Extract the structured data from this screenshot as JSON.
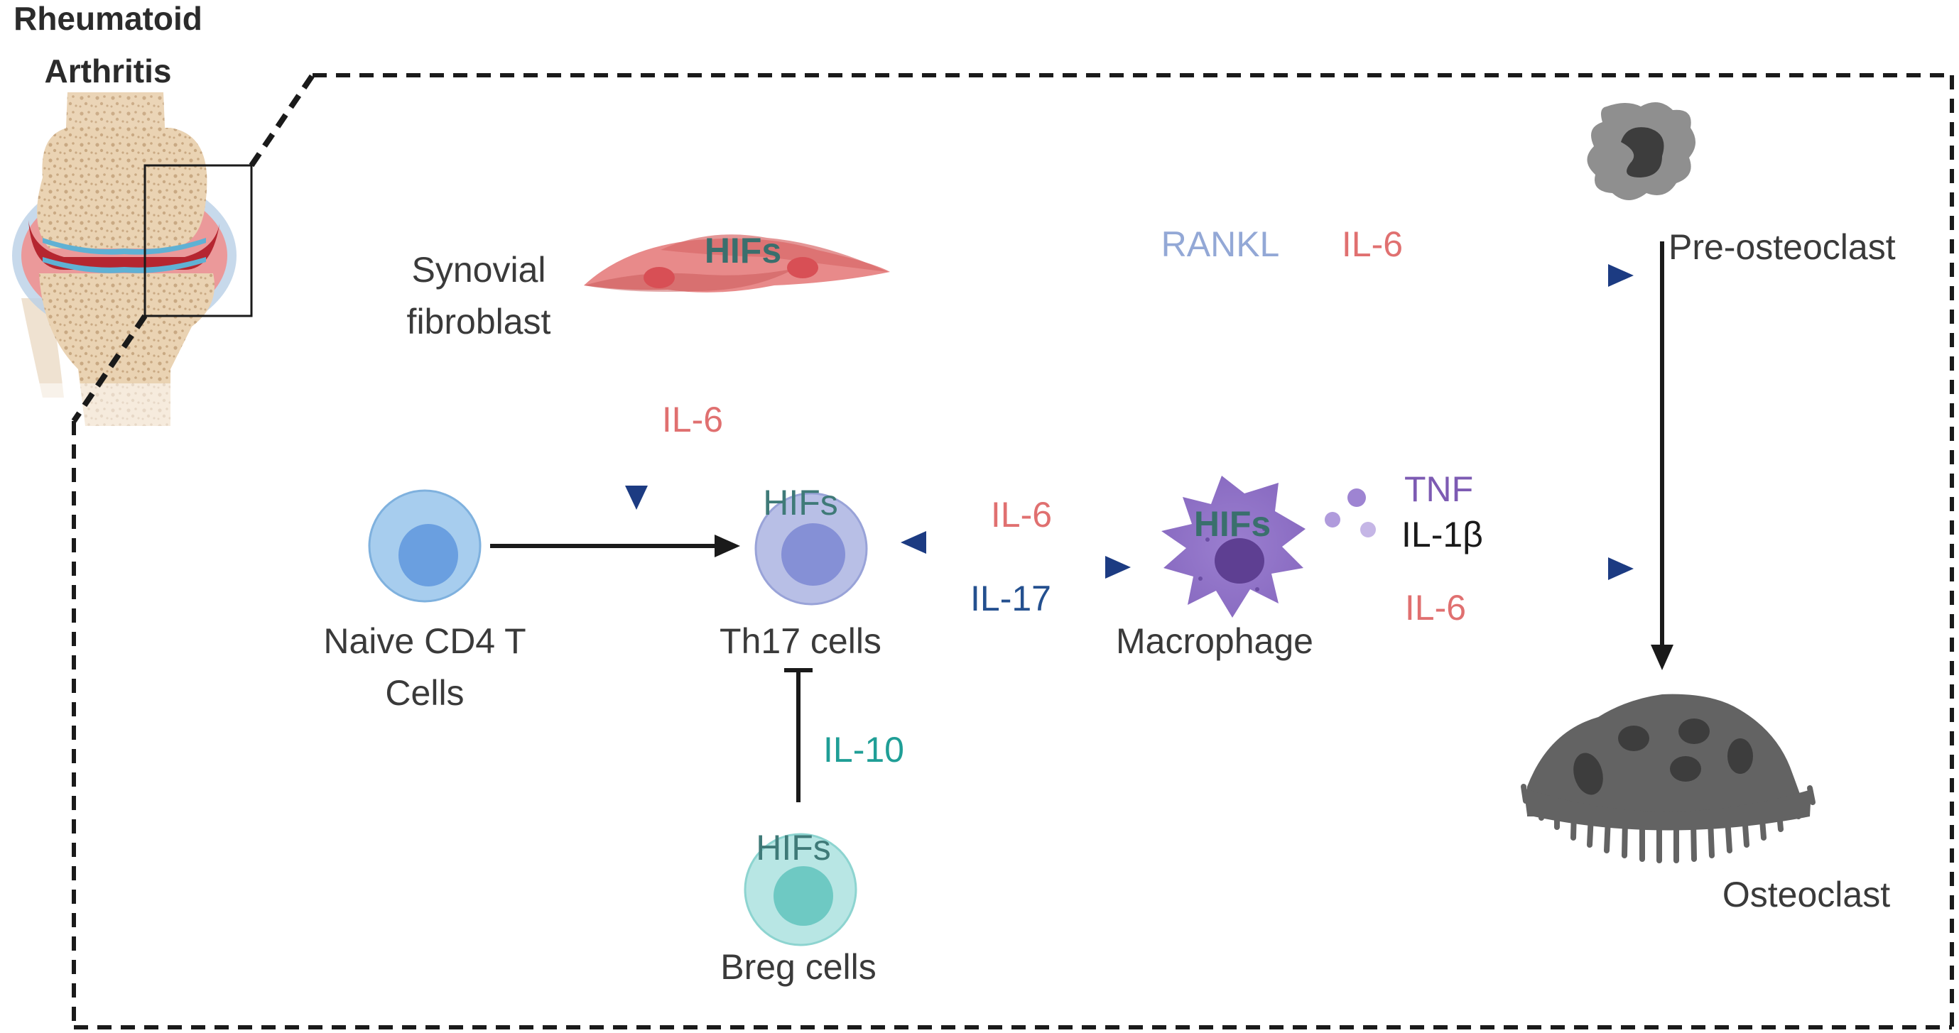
{
  "header": {
    "title_line1": "Rheumatoid",
    "title_line2": "Arthritis"
  },
  "cells": {
    "synovial_fibroblast": {
      "label_line1": "Synovial",
      "label_line2": "fibroblast",
      "marker": "HIFs"
    },
    "naive_cd4": {
      "label_line1": "Naive CD4 T",
      "label_line2": "Cells"
    },
    "th17": {
      "label": "Th17 cells",
      "marker": "HIFs"
    },
    "macrophage": {
      "label": "Macrophage",
      "marker": "HIFs"
    },
    "breg": {
      "label": "Breg cells",
      "marker": "HIFs"
    },
    "pre_osteoclast": {
      "label": "Pre-osteoclast"
    },
    "osteoclast": {
      "label": "Osteoclast"
    }
  },
  "cytokines": {
    "rankl": "RANKL",
    "il6_top": "IL-6",
    "il6_fibro_down": "IL-6",
    "il6_to_th17": "IL-6",
    "il17": "IL-17",
    "tnf": "TNF",
    "il1b": "IL-1β",
    "il6_macro": "IL-6",
    "il10": "IL-10"
  },
  "colors": {
    "arrow_navy": "#1c3b82",
    "arrow_black": "#1a1a1a",
    "il6": "#e07070",
    "rankl": "#93a8d6",
    "il17": "#24508f",
    "tnf": "#7d5bb3",
    "il10": "#1f9e96",
    "hifs": "#3f7a78"
  }
}
